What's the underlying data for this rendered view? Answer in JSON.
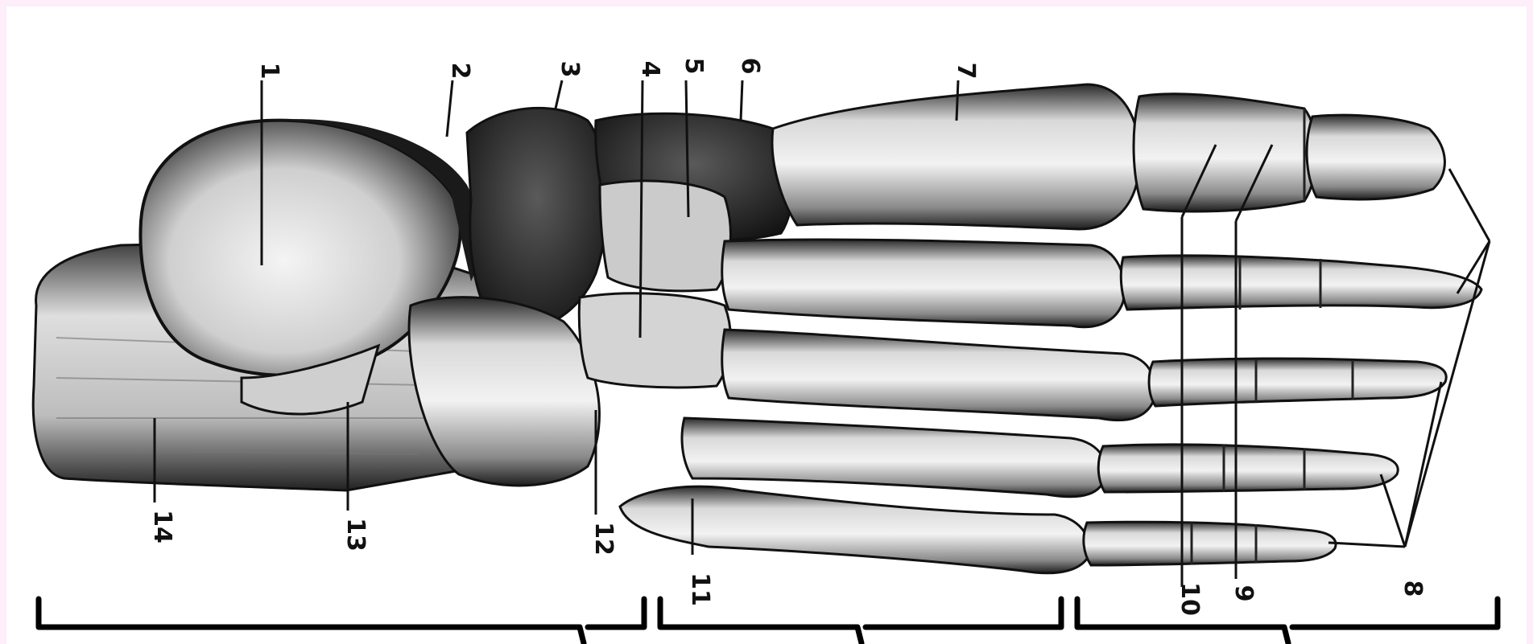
{
  "labels": {
    "l1": "1",
    "l2": "2",
    "l3": "3",
    "l4": "4",
    "l5": "5",
    "l6": "6",
    "l7": "7",
    "l8": "8",
    "l9": "9",
    "l10": "10",
    "l11": "11",
    "l12": "12",
    "l13": "13",
    "l14": "14"
  },
  "colors": {
    "background": "#fdeefa",
    "plate": "#ffffff",
    "bone_light": "#e9e9e9",
    "bone_mid": "#9a9a9a",
    "bone_dark": "#1a1a1a"
  }
}
